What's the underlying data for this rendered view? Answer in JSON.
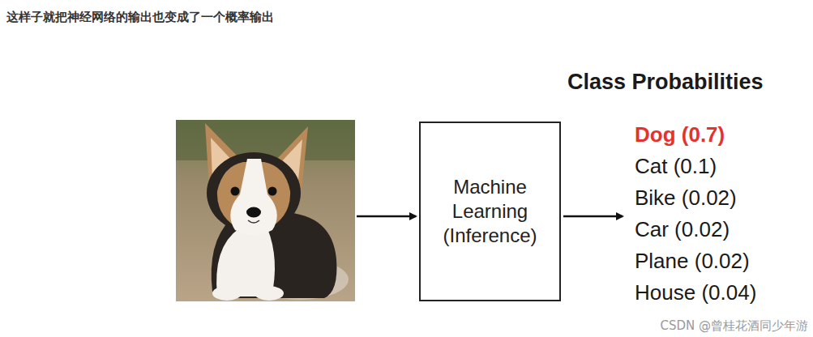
{
  "diagram": {
    "title": "这样子就把神经网络的输出也变成了一个概率输出",
    "nodes": [
      {
        "text": [
          "Machine Learning (Inference)"
        ]
      }
    ],
    "labels": [
      "Class Probabilities",
      "Dog (0.7)",
      "Cat (0.1)",
      "Bike (0.02)",
      "Car (0.02)",
      "Plane (0.02)",
      "House (0.04)",
      "CSDN @曾桂花酒同少年游"
    ]
  }
}
